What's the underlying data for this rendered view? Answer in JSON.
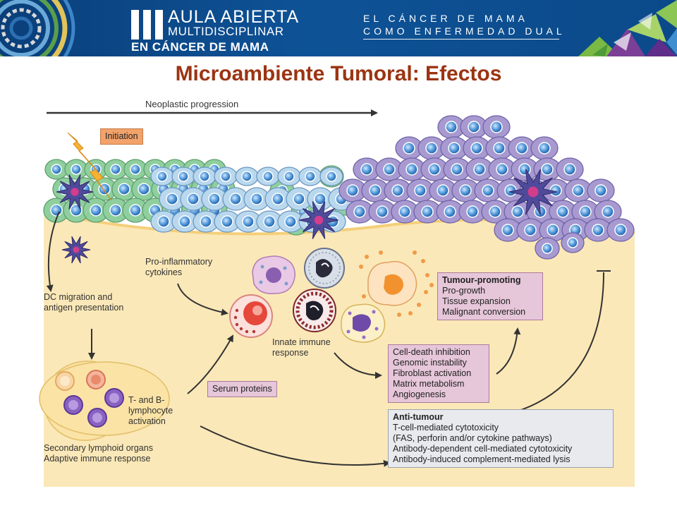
{
  "header": {
    "logo_line1": "AULA ABIERTA",
    "logo_line2": "MULTIDISCIPLINAR",
    "logo_line3": "EN CÁNCER DE MAMA",
    "slogan_line1": "EL CÁNCER DE MAMA",
    "slogan_line2": "COMO ENFERMEDAD DUAL"
  },
  "title": "Microambiente Tumoral: Efectos",
  "diagram": {
    "neoplastic_progression": "Neoplastic progression",
    "initiation": "Initiation",
    "dc_migration": [
      "DC migration and",
      "antigen presentation"
    ],
    "pro_inflammatory": [
      "Pro-inflammatory",
      "cytokines"
    ],
    "innate_immune": [
      "Innate immune",
      "response"
    ],
    "lymphocyte_activation": [
      "T- and B-",
      "lymphocyte",
      "activation"
    ],
    "serum_proteins": "Serum proteins",
    "secondary_lymphoid": [
      "Secondary lymphoid organs",
      "Adaptive immune response"
    ],
    "tumour_promoting": {
      "heading": "Tumour-promoting",
      "items": [
        "Pro-growth",
        "Tissue expansion",
        "Malignant conversion"
      ]
    },
    "effects_list": [
      "Cell-death inhibition",
      "Genomic instability",
      "Fibroblast activation",
      "Matrix metabolism",
      "Angiogenesis"
    ],
    "anti_tumour": {
      "heading": "Anti-tumour",
      "items": [
        "T-cell-mediated cytotoxicity",
        "(FAS, perforin and/or cytokine pathways)",
        "Antibody-dependent cell-mediated cytotoxicity",
        "Antibody-induced complement-mediated lysis"
      ]
    }
  },
  "colors": {
    "title": "#9b3412",
    "banner": "#0e5296",
    "normal_cell": "#8fcf9e",
    "transformed_cell": "#b9d8ee",
    "tumour_cell": "#a89ad0",
    "stroma": "#fbe3a6",
    "initiation_box": "#f2a26b",
    "tumour_promoting_box": "#e6c6d9",
    "anti_tumour_box": "#e8eaee"
  }
}
